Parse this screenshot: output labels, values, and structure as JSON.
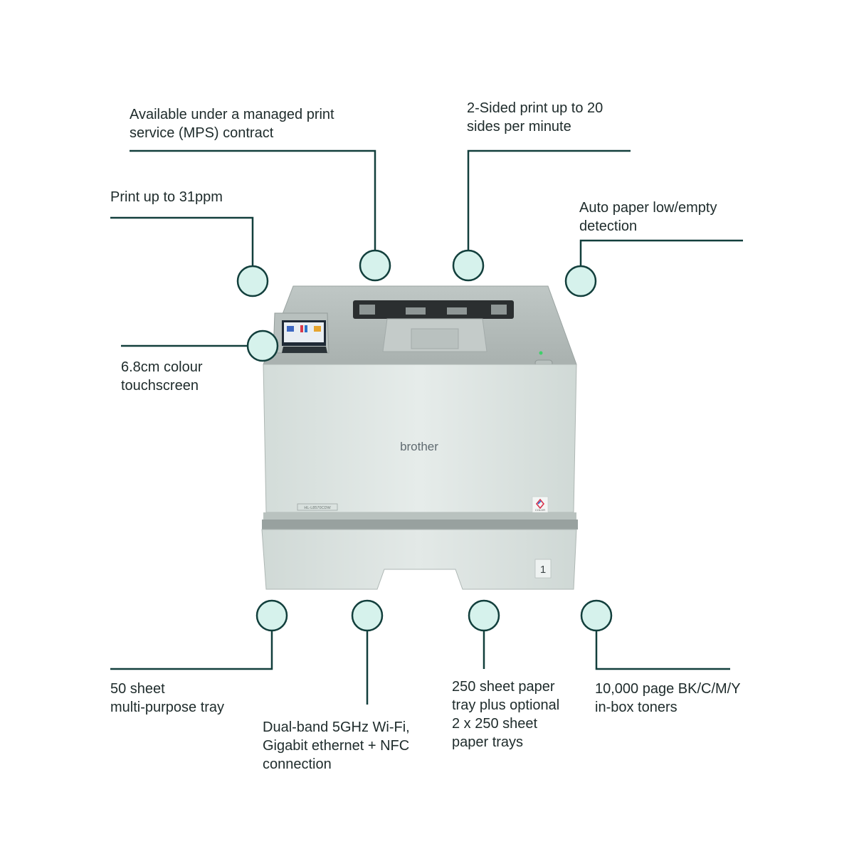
{
  "brand": "brother",
  "model": "HL-L8570CDW",
  "badge": "COLOR",
  "tray_number": "1",
  "colors": {
    "accent_fill": "#d6f2ec",
    "line": "#123f3c",
    "text": "#1e2b2b"
  },
  "callouts": [
    {
      "id": "mps",
      "lines": [
        "Available under a managed print",
        "service (MPS) contract"
      ]
    },
    {
      "id": "duplex",
      "lines": [
        "2-Sided print up to 20",
        "sides per minute"
      ]
    },
    {
      "id": "speed",
      "lines": [
        "Print up to 31ppm"
      ]
    },
    {
      "id": "paper-detect",
      "lines": [
        "Auto paper low/empty",
        "detection"
      ]
    },
    {
      "id": "touchscreen",
      "lines": [
        "6.8cm colour",
        "touchscreen"
      ]
    },
    {
      "id": "mp-tray",
      "lines": [
        "50 sheet",
        "multi-purpose tray"
      ]
    },
    {
      "id": "connectivity",
      "lines": [
        "Dual-band 5GHz Wi-Fi,",
        "Gigabit ethernet + NFC",
        "connection"
      ]
    },
    {
      "id": "paper-tray",
      "lines": [
        "250 sheet paper",
        "tray plus optional",
        "2 x 250 sheet",
        "paper trays"
      ]
    },
    {
      "id": "toners",
      "lines": [
        "10,000 page BK/C/M/Y",
        "in-box toners"
      ]
    }
  ]
}
